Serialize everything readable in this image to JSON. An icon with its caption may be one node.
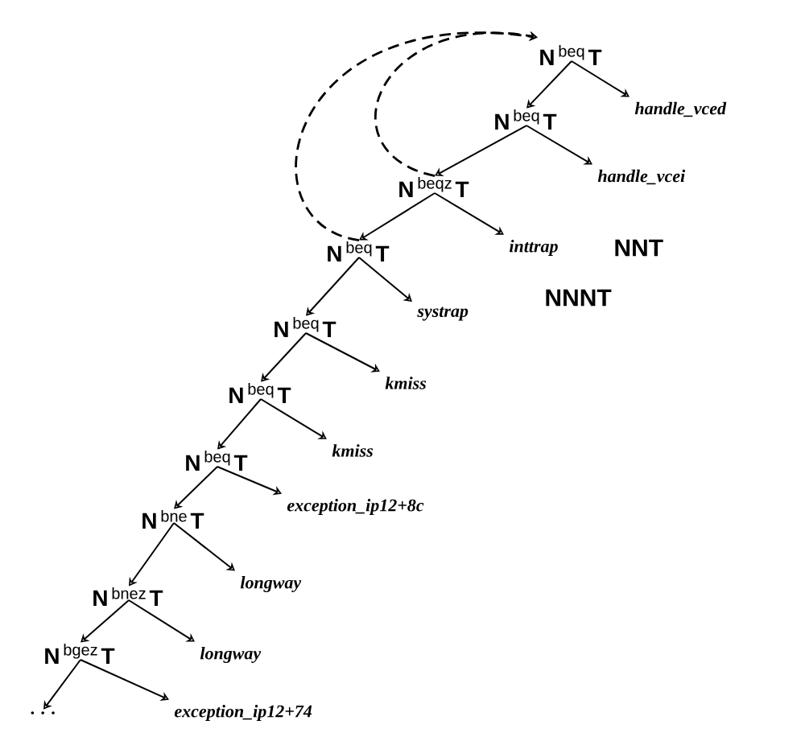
{
  "diagram": {
    "nodes": [
      {
        "text": [
          "beq"
        ]
      },
      {
        "text": [
          "beq"
        ]
      },
      {
        "text": [
          "beqz"
        ]
      },
      {
        "text": [
          "beq"
        ]
      },
      {
        "text": [
          "beq"
        ]
      },
      {
        "text": [
          "beq"
        ]
      },
      {
        "text": [
          "beq"
        ]
      },
      {
        "text": [
          "bne"
        ]
      },
      {
        "text": [
          "bnez"
        ]
      },
      {
        "text": [
          "bgez"
        ]
      },
      {
        "text": [
          "handle_vced"
        ]
      },
      {
        "text": [
          "handle_vcei"
        ]
      },
      {
        "text": [
          "inttrap"
        ]
      },
      {
        "text": [
          "systrap"
        ]
      },
      {
        "text": [
          "kmiss"
        ]
      },
      {
        "text": [
          "kmiss"
        ]
      },
      {
        "text": [
          "exception_ip12+8c"
        ]
      },
      {
        "text": [
          "longway"
        ]
      },
      {
        "text": [
          "longway"
        ]
      },
      {
        "text": [
          "exception_ip12+74"
        ]
      },
      {
        "text": [
          ". . ."
        ]
      }
    ],
    "edges": [
      {
        "from": 0,
        "to": 1,
        "arrow": "to",
        "label": "N"
      },
      {
        "from": 0,
        "to": 10,
        "arrow": "to",
        "label": "T"
      },
      {
        "from": 1,
        "to": 2,
        "arrow": "to",
        "label": "N"
      },
      {
        "from": 1,
        "to": 11,
        "arrow": "to",
        "label": "T"
      },
      {
        "from": 2,
        "to": 3,
        "arrow": "to",
        "label": "N"
      },
      {
        "from": 2,
        "to": 12,
        "arrow": "to",
        "label": "T"
      },
      {
        "from": 3,
        "to": 4,
        "arrow": "to",
        "label": "N"
      },
      {
        "from": 3,
        "to": 13,
        "arrow": "to",
        "label": "T"
      },
      {
        "from": 4,
        "to": 5,
        "arrow": "to",
        "label": "N"
      },
      {
        "from": 4,
        "to": 14,
        "arrow": "to",
        "label": "T"
      },
      {
        "from": 5,
        "to": 6,
        "arrow": "to",
        "label": "N"
      },
      {
        "from": 5,
        "to": 15,
        "arrow": "to",
        "label": "T"
      },
      {
        "from": 6,
        "to": 7,
        "arrow": "to",
        "label": "N"
      },
      {
        "from": 6,
        "to": 16,
        "arrow": "to",
        "label": "T"
      },
      {
        "from": 7,
        "to": 8,
        "arrow": "to",
        "label": "N"
      },
      {
        "from": 7,
        "to": 17,
        "arrow": "to",
        "label": "T"
      },
      {
        "from": 8,
        "to": 9,
        "arrow": "to",
        "label": "N"
      },
      {
        "from": 8,
        "to": 18,
        "arrow": "to",
        "label": "T"
      },
      {
        "from": 9,
        "to": 20,
        "arrow": "to",
        "label": "N"
      },
      {
        "from": 9,
        "to": 19,
        "arrow": "to",
        "label": "T"
      },
      {
        "from": 2,
        "to": 0,
        "arrow": "to",
        "style": "dashed"
      },
      {
        "from": 3,
        "to": 0,
        "arrow": "to",
        "style": "dashed"
      }
    ],
    "labels": [
      "NNT",
      "NNNT"
    ]
  }
}
